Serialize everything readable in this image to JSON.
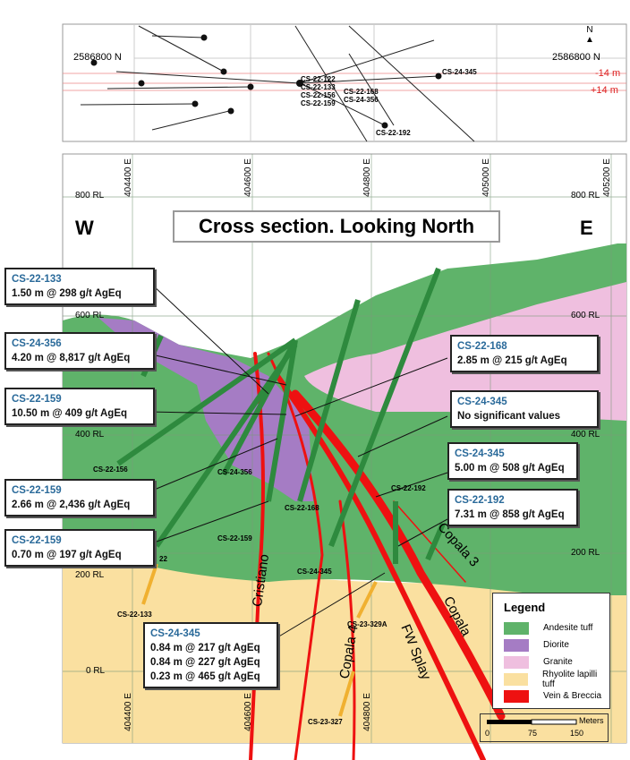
{
  "plan": {
    "northing_left": "2586800 N",
    "northing_right": "2586800 N",
    "minus": "-14 m",
    "plus": "+14 m",
    "north": "N",
    "holes": [
      "CS-22-122",
      "CS-22-133",
      "CS-22-156",
      "CS-22-159",
      "CS-22-168",
      "CS-24-356",
      "CS-24-345",
      "CS-22-192"
    ]
  },
  "section": {
    "title": "Cross section. Looking North",
    "west": "W",
    "east": "E",
    "eastings": [
      "404400 E",
      "404600 E",
      "404800 E",
      "405000 E",
      "405200 E"
    ],
    "rl_left": [
      "800 RL",
      "600 RL",
      "400 RL",
      "200 RL",
      "0 RL"
    ],
    "rl_right": [
      "800 RL",
      "600 RL",
      "400 RL",
      "200 RL"
    ],
    "hole_labels": [
      "CS-22-156",
      "CS-24-356",
      "CS-22-159",
      "CS-22-168",
      "CS-24-345",
      "CS-22-192",
      "CS-22-133",
      "CS-23-329A",
      "CS-23-327",
      "22"
    ],
    "structures": [
      "Cristiano",
      "Copala 4",
      "FW Splay",
      "Copala",
      "Copala 3"
    ]
  },
  "callouts": [
    {
      "id": "CS-22-133",
      "lines": [
        "1.50 m @ 298 g/t AgEq"
      ]
    },
    {
      "id": "CS-24-356",
      "lines": [
        "4.20 m @ 8,817 g/t AgEq"
      ]
    },
    {
      "id": "CS-22-159",
      "lines": [
        "10.50 m @ 409 g/t AgEq"
      ]
    },
    {
      "id": "CS-22-159",
      "lines": [
        "2.66 m @ 2,436 g/t AgEq"
      ]
    },
    {
      "id": "CS-22-159",
      "lines": [
        "0.70 m @ 197 g/t AgEq"
      ]
    },
    {
      "id": "CS-22-168",
      "lines": [
        "2.85 m @ 215 g/t AgEq"
      ]
    },
    {
      "id": "CS-24-345",
      "lines": [
        "No significant values"
      ]
    },
    {
      "id": "CS-24-345",
      "lines": [
        "5.00 m @ 508 g/t AgEq"
      ]
    },
    {
      "id": "CS-22-192",
      "lines": [
        "7.31 m @ 858 g/t AgEq"
      ]
    },
    {
      "id": "CS-24-345",
      "lines": [
        "0.84 m @ 217 g/t AgEq",
        "0.84 m @ 227 g/t AgEq",
        "0.23 m @ 465 g/t AgEq"
      ]
    }
  ],
  "legend": {
    "title": "Legend",
    "items": [
      {
        "label": "Andesite tuff",
        "color": "#5fb36a"
      },
      {
        "label": "Diorite",
        "color": "#a57cc4"
      },
      {
        "label": "Granite",
        "color": "#efbfdf"
      },
      {
        "label": "Rhyolite lapilli tuff",
        "color": "#fae0a0"
      },
      {
        "label": "Vein & Breccia",
        "color": "#ee1111"
      }
    ]
  },
  "scale": {
    "unit": "Meters",
    "ticks": [
      "0",
      "75",
      "150"
    ]
  }
}
